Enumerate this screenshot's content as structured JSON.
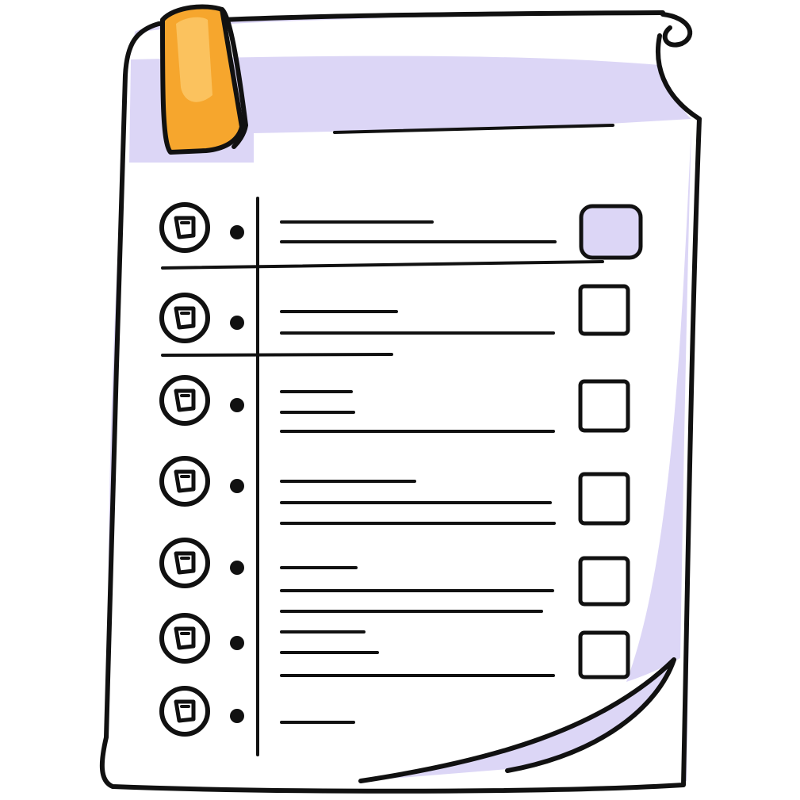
{
  "illustration": {
    "subject": "checklist-clipboard",
    "row_count": 7,
    "rows": [
      {
        "checkbox_filled": true,
        "text_lines": 2
      },
      {
        "checkbox_filled": false,
        "text_lines": 2
      },
      {
        "checkbox_filled": false,
        "text_lines": 3
      },
      {
        "checkbox_filled": false,
        "text_lines": 3
      },
      {
        "checkbox_filled": false,
        "text_lines": 3
      },
      {
        "checkbox_filled": false,
        "text_lines": 3
      },
      {
        "checkbox_filled": false,
        "text_lines": 1
      }
    ]
  },
  "colors": {
    "paper": "#ffffff",
    "shade": "#dcd6f6",
    "outline": "#111111",
    "tab": "#f6a62d",
    "tab_highlight": "#fbc25e",
    "checkbox_fill": "#dcd6f6"
  },
  "icons": {
    "row_badge": "checkbox-circle-icon",
    "bullet": "bullet-dot-icon",
    "tab": "bookmark-tab-icon"
  }
}
